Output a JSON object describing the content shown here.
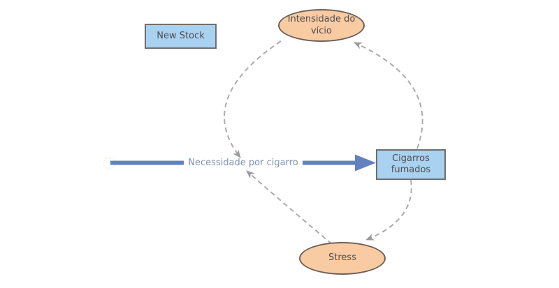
{
  "canvas": {
    "background": "#ffffff"
  },
  "nodes": {
    "new_stock": {
      "label": "New Stock"
    },
    "intensidade": {
      "label": "Intensidade do vício"
    },
    "cigarros": {
      "label": "Cigarros fumados"
    },
    "stress": {
      "label": "Stress"
    }
  },
  "flow": {
    "label": "Necessidade por cigarro"
  },
  "colors": {
    "canvas_bg": "#ffffff",
    "stock_fill": "#a9d2f1",
    "stock_border": "#6f6f6f",
    "aux_fill": "#f9cba3",
    "aux_border": "#6b6157",
    "node_text": "#4d4d4d",
    "flow_arrow": "#6381bc",
    "flow_label_text": "#7e93b3",
    "link_dash": "#ababab",
    "link_arrowhead": "#9a9a9a"
  }
}
